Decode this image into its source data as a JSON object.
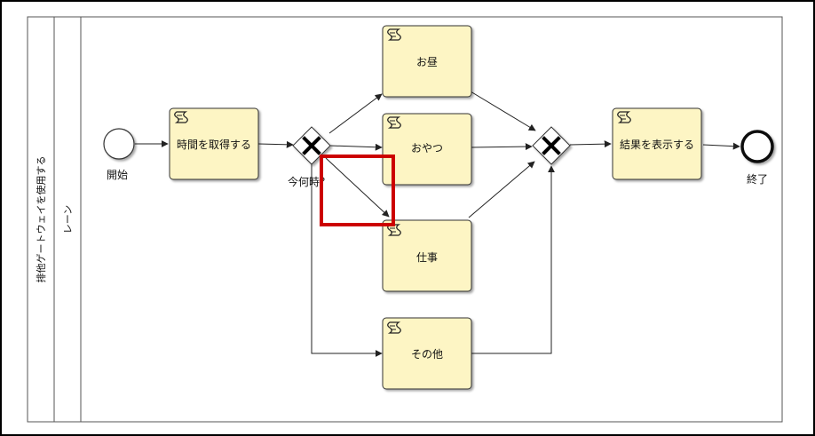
{
  "pool": {
    "label": "排他ゲートウェイを使用する"
  },
  "lane": {
    "label": "レーン"
  },
  "events": {
    "start": {
      "label": "開始"
    },
    "end": {
      "label": "終了"
    }
  },
  "tasks": {
    "get_time": {
      "label": "時間を取得する"
    },
    "lunch": {
      "label": "お昼"
    },
    "snack": {
      "label": "おやつ"
    },
    "work": {
      "label": "仕事"
    },
    "other": {
      "label": "その他"
    },
    "show_result": {
      "label": "結果を表示する"
    }
  },
  "gateways": {
    "split": {
      "label": "今何時？"
    },
    "merge": {
      "label": ""
    }
  },
  "colors": {
    "task_fill": "#fdf5c4",
    "task_stroke": "#333333",
    "highlight": "#cc0000",
    "line": "#222222"
  }
}
